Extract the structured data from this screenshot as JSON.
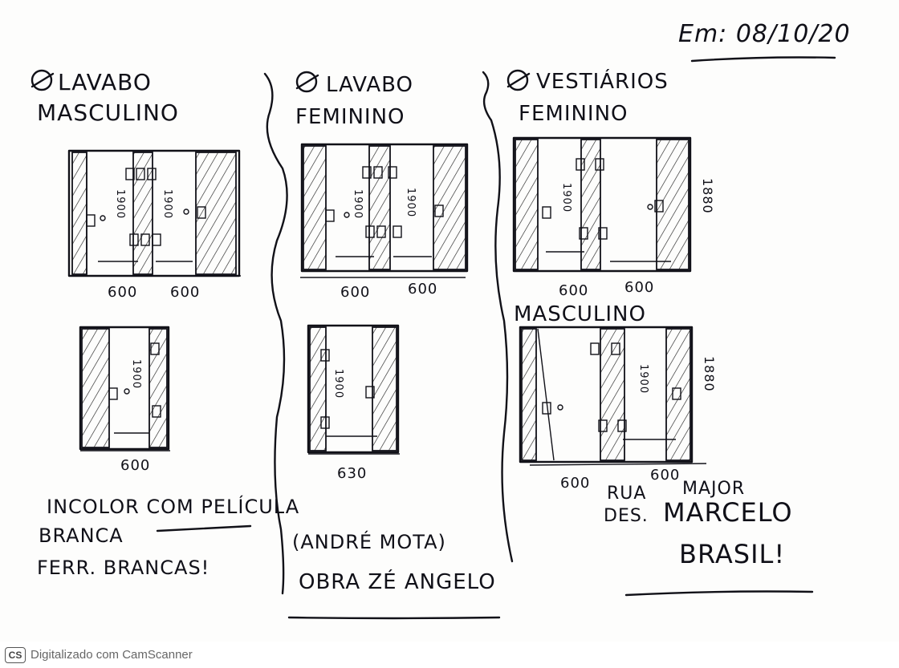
{
  "date": "Em: 08/10/20",
  "sections": {
    "lavabo_masculino": {
      "title_line1": "LAVABO",
      "title_line2": "MASCULINO"
    },
    "lavabo_feminino": {
      "title_line1": "LAVABO",
      "title_line2": "FEMININO"
    },
    "vestiarios": {
      "title_line1": "VESTIÁRIOS",
      "title_line2": "FEMININO",
      "title_masculino": "MASCULINO"
    }
  },
  "dimensions": {
    "lm_top_left": "600",
    "lm_top_right": "600",
    "lm_height_a": "1900",
    "lm_height_b": "1900",
    "lm_bottom_width": "600",
    "lm_bottom_height": "1900",
    "lf_top_left": "600",
    "lf_top_right": "600",
    "lf_height_a": "1900",
    "lf_height_b": "1900",
    "lf_bottom_width": "630",
    "lf_bottom_height": "1900",
    "vf_width_left": "600",
    "vf_width_right": "600",
    "vf_height_a": "1900",
    "vf_side": "1880",
    "vm_width_left": "600",
    "vm_width_right": "600",
    "vm_height_a": "1900",
    "vm_side": "1880"
  },
  "notes": {
    "line1": "INCOLOR COM PELÍCULA",
    "line2": "BRANCA",
    "line3": "FERR. BRANCAS!",
    "client_line1": "(ANDRÉ MOTA)",
    "client_line2": "OBRA ZÉ ANGELO",
    "address_line1": "RUA",
    "address_line2": "DES.",
    "address_line3": "MAJOR",
    "address_line4": "MARCELO",
    "address_line5": "BRASIL!"
  },
  "footer": {
    "logo": "CS",
    "text": "Digitalizado com CamScanner"
  }
}
